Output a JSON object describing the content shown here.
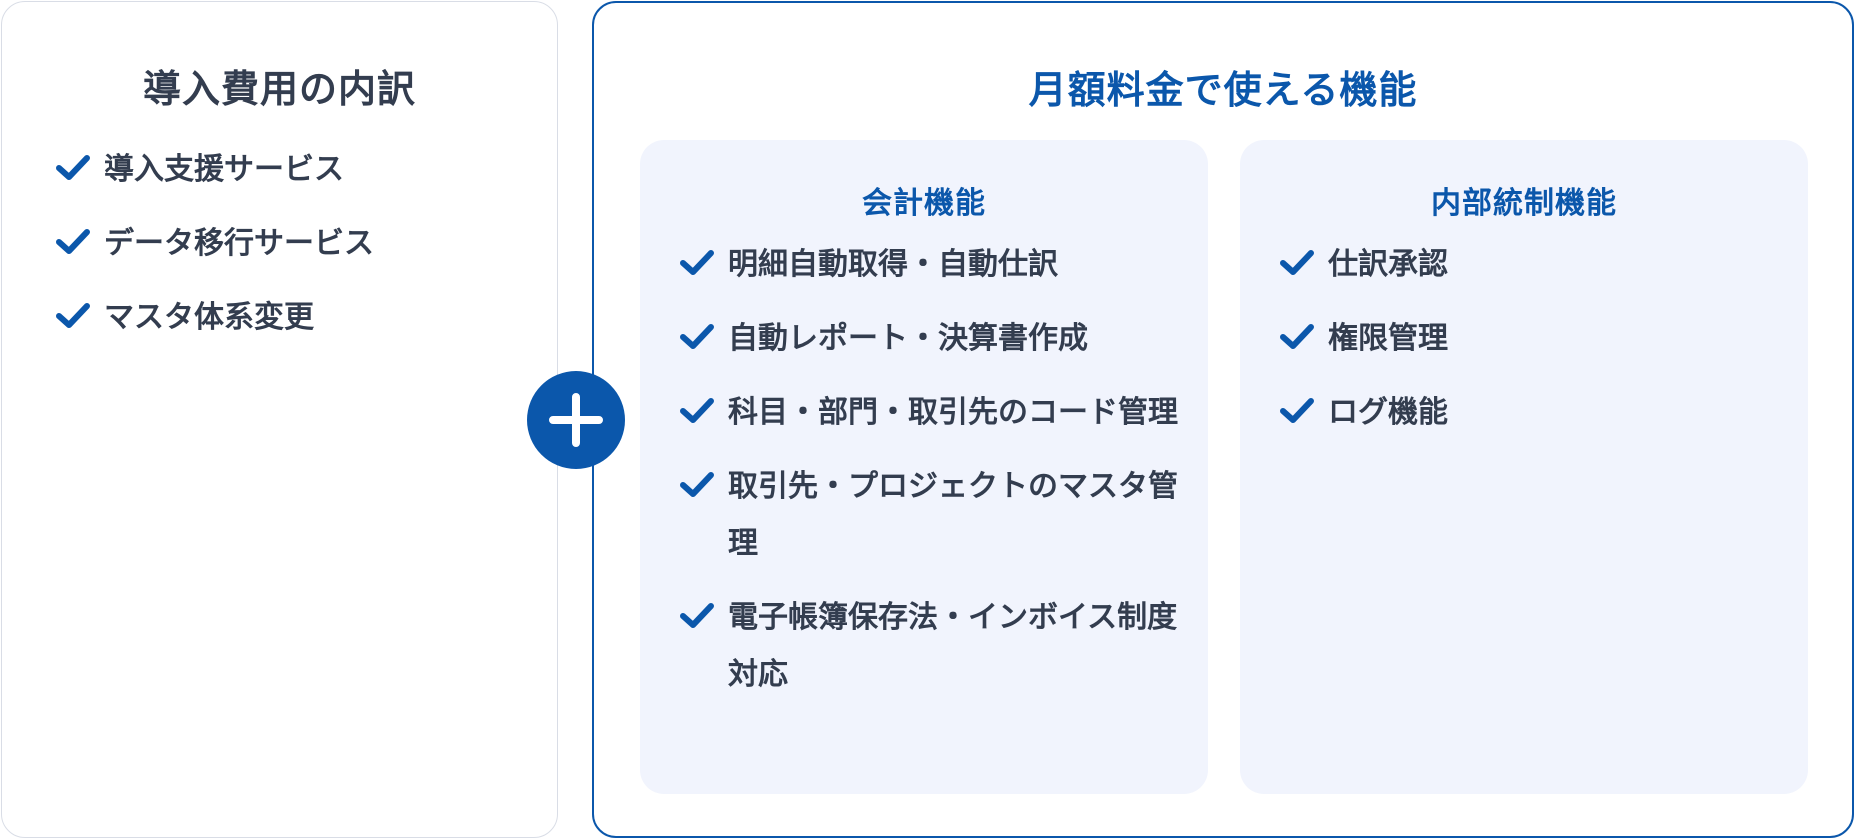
{
  "left_card": {
    "title": "導入費用の内訳",
    "items": [
      {
        "label": "導入支援サービス"
      },
      {
        "label": "データ移行サービス"
      },
      {
        "label": "マスタ体系変更"
      }
    ]
  },
  "right_card": {
    "title": "月額料金で使える機能",
    "accounting": {
      "title": "会計機能",
      "items": [
        {
          "label": "明細自動取得・自動仕訳"
        },
        {
          "label": "自動レポート・決算書作成"
        },
        {
          "label": "科目・部門・取引先のコード管理"
        },
        {
          "label": "取引先・プロジェクトのマスタ管理"
        },
        {
          "label": "電子帳簿保存法・インボイス制度対応"
        }
      ]
    },
    "internal_control": {
      "title": "内部統制機能",
      "items": [
        {
          "label": "仕訳承認"
        },
        {
          "label": "権限管理"
        },
        {
          "label": "ログ機能"
        }
      ]
    }
  },
  "colors": {
    "accent": "#0b57ab",
    "text": "#333d4f",
    "panel_bg": "#f1f4fd",
    "left_border": "#d9dde6"
  },
  "icons": {
    "check": "check-icon",
    "plus": "plus-icon"
  }
}
